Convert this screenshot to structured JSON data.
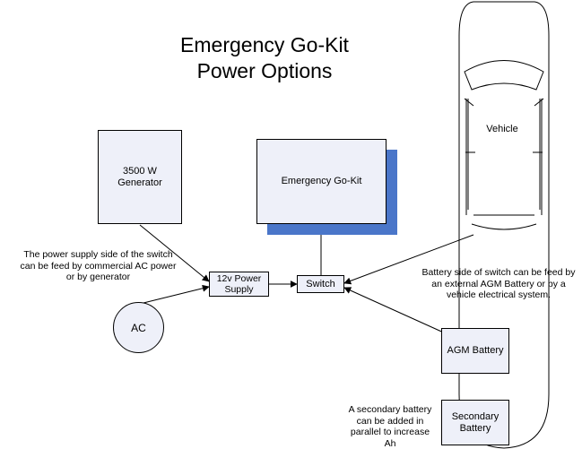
{
  "title_line1": "Emergency Go-Kit",
  "title_line2": "Power Options",
  "nodes": {
    "generator": "3500 W\nGenerator",
    "gokit": "Emergency Go-Kit",
    "vehicle": "Vehicle",
    "power_supply": "12v Power\nSupply",
    "switch": "Switch",
    "ac": "AC",
    "agm": "AGM Battery",
    "secondary": "Secondary\nBattery"
  },
  "notes": {
    "power_side": "The power supply side of the switch\ncan be feed by commercial AC power\nor by generator",
    "battery_side": "Battery side of switch can be feed by\nan external AGM Battery or by a\nvehicle electrical system.",
    "secondary": "A secondary battery\ncan be added in\nparallel to increase\nAh"
  },
  "colors": {
    "box_fill": "#eef0f9",
    "shadow": "#4a76c9",
    "line": "#000000"
  }
}
